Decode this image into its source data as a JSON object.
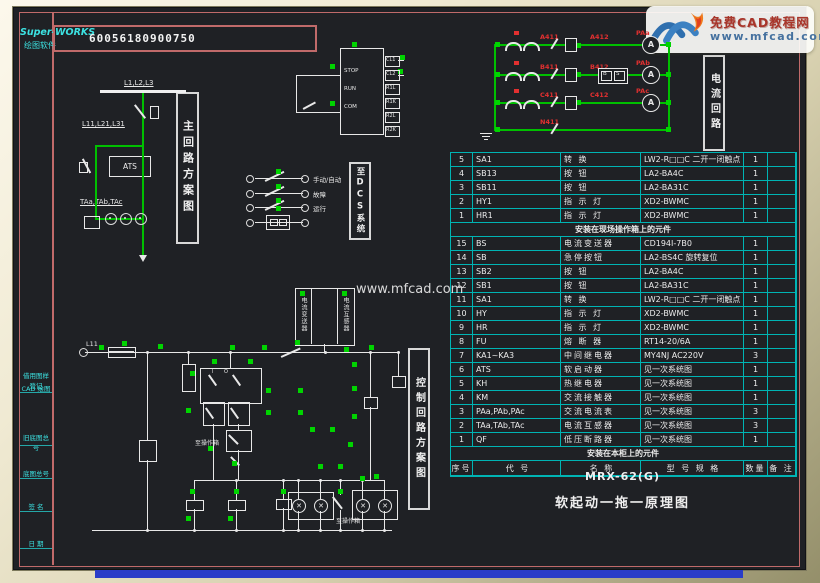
{
  "window": {
    "software_name": "Super-WORKS",
    "software_subtitle": "绘图软件",
    "drawing_number": "60056180900750"
  },
  "logo": {
    "site_name": "免费CAD教程网",
    "site_url": "www.mfcad.com"
  },
  "watermark": "www.mfcad.com",
  "margin_fields": [
    "借用图样登记",
    "CAD 绘图",
    "旧底图总号",
    "底图总号",
    "签 名",
    "日 期"
  ],
  "main_circuit": {
    "section_label": "主回路方案图",
    "bus_label": "L1,L2,L3",
    "wire_label_top": "L11,L21,L31",
    "wire_label_bottom": "TAa,TAb,TAc",
    "ats_label": "ATS"
  },
  "terminal_block": {
    "left_labels": [
      "STOP",
      "RUN",
      "COM"
    ],
    "right_labels": [
      "CL1",
      "CL2",
      "R1L",
      "R1K",
      "R2L",
      "R2K"
    ]
  },
  "dcs_signals": {
    "section_label": "至DCS系统",
    "labels": [
      "手动/自动",
      "故障",
      "运行"
    ]
  },
  "middle_terminal_box": {
    "left_text": "电流变送器",
    "right_text": "电流互感器"
  },
  "current_loop": {
    "section_label": "电流回路",
    "meter_symbol": "A",
    "rows": [
      {
        "wire": "A411",
        "terminal": "A412",
        "meter": "PAa"
      },
      {
        "wire": "B411",
        "terminal": "B412",
        "meter": "PAb"
      },
      {
        "wire": "C411",
        "terminal": "C412",
        "meter": "PAc"
      }
    ],
    "neutral_wire": "N411",
    "transducer_cells": [
      "B",
      "S"
    ]
  },
  "control_circuit": {
    "section_label": "控制回路方案图",
    "top_rail_label": "L11",
    "note_label": "至操作箱",
    "contact_marks": [
      "I",
      "O"
    ]
  },
  "component_table": {
    "headers": [
      "序号",
      "代 号",
      "名 称",
      "型 号 规 格",
      "数量",
      "备 注"
    ],
    "field_box_caption": "安装在现场操作箱上的元件",
    "cabinet_caption": "安装在本柜上的元件",
    "field_box_rows": [
      [
        "5",
        "SA1",
        "转  换",
        "LW2-R□□C 二开一闭触点",
        "1",
        ""
      ],
      [
        "4",
        "SB13",
        "按  钮",
        "LA2-BA4C",
        "1",
        ""
      ],
      [
        "3",
        "SB11",
        "按  钮",
        "LA2-BA31C",
        "1",
        ""
      ],
      [
        "2",
        "HY1",
        "指 示 灯",
        "XD2-BWMC",
        "1",
        ""
      ],
      [
        "1",
        "HR1",
        "指 示 灯",
        "XD2-BWMC",
        "1",
        ""
      ]
    ],
    "cabinet_rows": [
      [
        "15",
        "BS",
        "电流变送器",
        "CD194I-7B0",
        "1",
        ""
      ],
      [
        "14",
        "SB",
        "急停按钮",
        "LA2-BS4C 旋转复位",
        "1",
        ""
      ],
      [
        "13",
        "SB2",
        "按  钮",
        "LA2-BA4C",
        "1",
        ""
      ],
      [
        "12",
        "SB1",
        "按  钮",
        "LA2-BA31C",
        "1",
        ""
      ],
      [
        "11",
        "SA1",
        "转  换",
        "LW2-R□□C 二开一闭触点",
        "1",
        ""
      ],
      [
        "10",
        "HY",
        "指 示 灯",
        "XD2-BWMC",
        "1",
        ""
      ],
      [
        "9",
        "HR",
        "指 示 灯",
        "XD2-BWMC",
        "1",
        ""
      ],
      [
        "8",
        "FU",
        "熔 断 器",
        "RT14-20/6A",
        "1",
        ""
      ],
      [
        "7",
        "KA1~KA3",
        "中间继电器",
        "MY4NJ AC220V",
        "3",
        ""
      ],
      [
        "6",
        "ATS",
        "软启动器",
        "见一次系统图",
        "1",
        ""
      ],
      [
        "5",
        "KH",
        "热继电器",
        "见一次系统图",
        "1",
        ""
      ],
      [
        "4",
        "KM",
        "交流接触器",
        "见一次系统图",
        "1",
        ""
      ],
      [
        "3",
        "PAa,PAb,PAc",
        "交流电流表",
        "见一次系统图",
        "3",
        ""
      ],
      [
        "2",
        "TAa,TAb,TAc",
        "电流互感器",
        "见一次系统图",
        "3",
        ""
      ],
      [
        "1",
        "QF",
        "低压断路器",
        "见一次系统图",
        "1",
        ""
      ]
    ]
  },
  "title_block": {
    "model": "MRX-62(G)",
    "drawing_title": "软起动一拖一原理图"
  },
  "colors": {
    "canvas": "#1f2125",
    "frame_border": "#c06a6a",
    "wire_green": "#00c000",
    "grid_teal": "#00b4b4",
    "label_red": "#e23030",
    "annotation_cyan": "#3ce2e2",
    "terminal_green": "#00d400"
  }
}
